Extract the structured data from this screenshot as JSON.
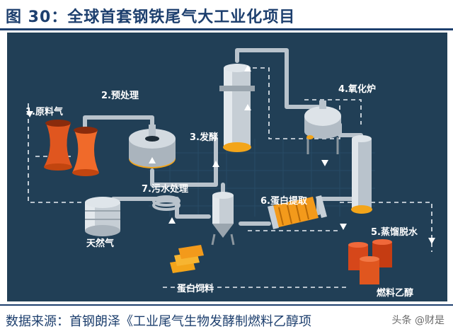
{
  "header": {
    "title": "图 30：全球首套钢铁尾气大工业化项目"
  },
  "diagram": {
    "steps": {
      "raw_gas": "1.原料气",
      "pretreatment": "2.预处理",
      "fermentation": "3.发酵",
      "oxidation_furnace": "4.氧化炉",
      "distillation": "5.蒸馏脱水",
      "protein_extraction": "6.蛋白提取",
      "wastewater": "7.污水处理"
    },
    "outputs": {
      "natural_gas": "天然气",
      "protein_feed": "蛋白饲料",
      "fuel_ethanol": "燃料乙醇"
    }
  },
  "footer": {
    "source": "数据来源：首钢朗泽《工业尾气生物发酵制燃料乙醇项",
    "watermark": "头条 @财是"
  }
}
